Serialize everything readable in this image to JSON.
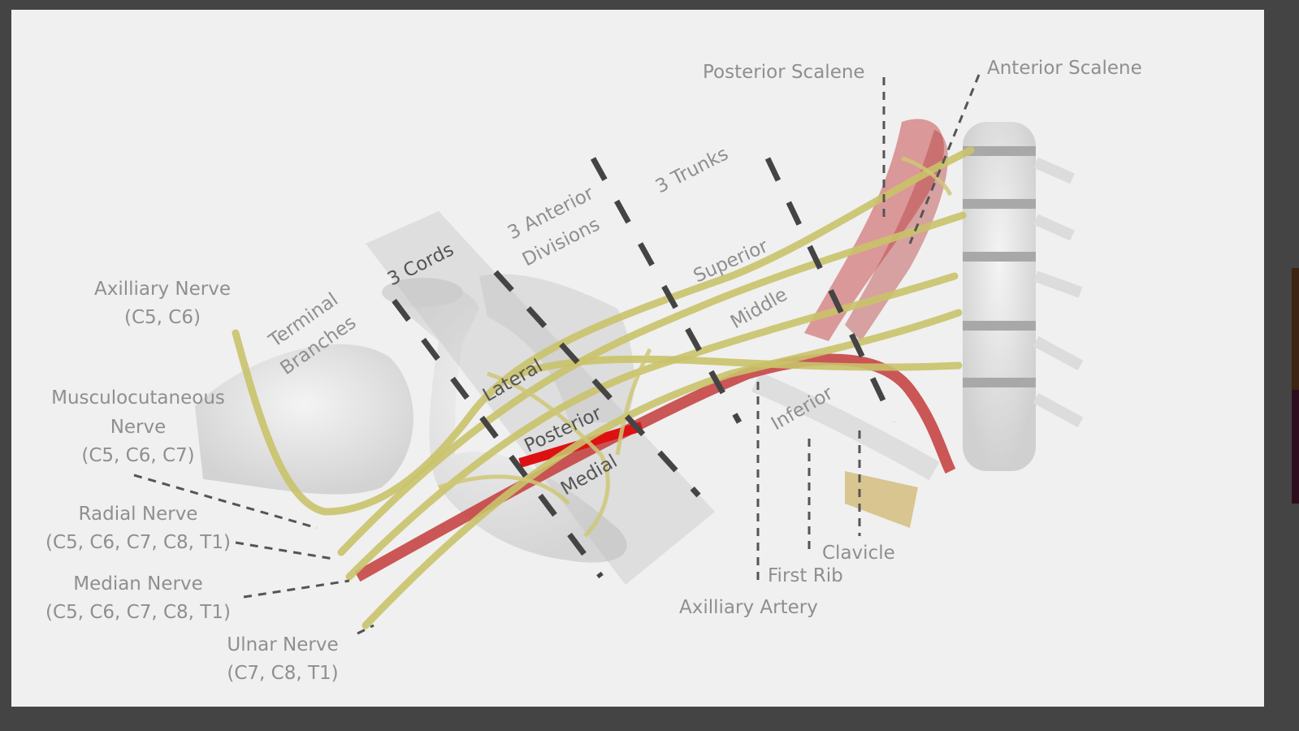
{
  "title_regions": {
    "cords": "3 Cords",
    "divisions_line1": "3 Anterior",
    "divisions_line2": "Divisions",
    "trunks": "3 Trunks",
    "terminal_line1": "Terminal",
    "terminal_line2": "Branches"
  },
  "muscles": {
    "posterior_scalene": "Posterior Scalene",
    "anterior_scalene": "Anterior Scalene"
  },
  "trunks": [
    "Superior",
    "Middle",
    "Inferior"
  ],
  "cords": [
    "Lateral",
    "Posterior",
    "Medial"
  ],
  "nerves": [
    {
      "name": "Axilliary Nerve",
      "roots": "(C5, C6)"
    },
    {
      "name_line1": "Musculocutaneous",
      "name_line2": "Nerve",
      "roots": "(C5, C6, C7)"
    },
    {
      "name": "Radial Nerve",
      "roots": "(C5, C6, C7, C8, T1)"
    },
    {
      "name": "Median Nerve",
      "roots": "(C5, C6, C7, C8, T1)"
    },
    {
      "name": "Ulnar Nerve",
      "roots": "(C7, C8, T1)"
    }
  ],
  "structures": {
    "clavicle": "Clavicle",
    "first_rib": "First Rib",
    "axillary_artery": "Axilliary Artery"
  },
  "colors": {
    "nerve": "#c9c26a",
    "artery": "#c43b3b",
    "bone": "#e2e2e2",
    "background": "#f0f0f0"
  }
}
